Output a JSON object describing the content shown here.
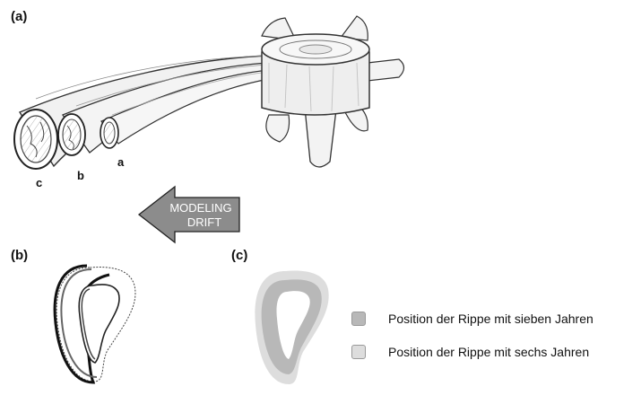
{
  "panels": {
    "a": "(a)",
    "b": "(b)",
    "c": "(c)"
  },
  "rib_labels": {
    "c": "c",
    "b": "b",
    "a": "a"
  },
  "arrow": {
    "line1": "MODELING",
    "line2": "DRIFT"
  },
  "legend": [
    {
      "label": "Position der Rippe mit sieben Jahren",
      "color": "#b8b8b8"
    },
    {
      "label": "Position der Rippe mit sechs Jahren",
      "color": "#dddddd"
    }
  ]
}
